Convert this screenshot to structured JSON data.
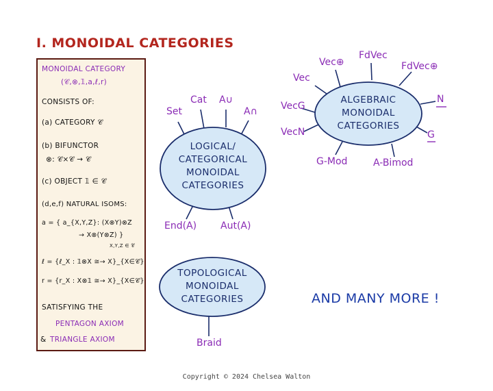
{
  "title": "I. MONOIDAL CATEGORIES",
  "definition": {
    "heading": "MONOIDAL CATEGORY",
    "tuple": "(𝒞,⊗,𝟙,a,ℓ,r)",
    "consists": "CONSISTS OF:",
    "item_a": "(a) CATEGORY 𝒞",
    "item_b": "(b) BIFUNCTOR",
    "item_b_formula": "⊗: 𝒞×𝒞 → 𝒞",
    "item_c": "(c) OBJECT 𝟙 ∈ 𝒞",
    "item_d": "(d,e,f) NATURAL ISOMS:",
    "iso_a_1": "a = { a_{X,Y,Z}: (X⊗Y)⊗Z",
    "iso_a_2": "→ X⊗(Y⊗Z) }",
    "iso_a_sub": "X,Y,Z ∈ 𝒞",
    "iso_l": "ℓ = {ℓ_X : 𝟙⊗X ≅→ X}_{X∈𝒞}",
    "iso_r": "r = {r_X : X⊗𝟙 ≅→ X}_{X∈𝒞}",
    "satisfying": "SATISFYING THE",
    "pentagon": "PENTAGON AXIOM",
    "and_symbol": "&",
    "triangle": "TRIANGLE AXIOM"
  },
  "logical": {
    "text": [
      "LOGICAL/",
      "CATEGORICAL",
      "MONOIDAL",
      "CATEGORIES"
    ],
    "labels": [
      "Set",
      "Cat",
      "A∪",
      "A∩",
      "End(A)",
      "Aut(A)"
    ]
  },
  "algebraic": {
    "text": [
      "ALGEBRAIC",
      "MONOIDAL",
      "CATEGORIES"
    ],
    "labels": [
      "Vec⊕",
      "FdVec",
      "FdVec⊕",
      "Vec",
      "VecG",
      "VecN",
      "N",
      "G",
      "G-Mod",
      "A-Bimod"
    ]
  },
  "topological": {
    "text": [
      "TOPOLOGICAL",
      "MONOIDAL",
      "CATEGORIES"
    ],
    "labels": [
      "Braid"
    ]
  },
  "more": "AND MANY MORE !",
  "copyright": "Copyright © 2024 Chelsea Walton",
  "colors": {
    "title": "#b3261e",
    "box_border": "#5a1a12",
    "box_bg": "#fbf3e4",
    "ellipse_fill": "#d6e8f7",
    "ellipse_stroke": "#1a2d6b",
    "label_purple": "#8a2bb5",
    "more_blue": "#1a3aa6"
  }
}
